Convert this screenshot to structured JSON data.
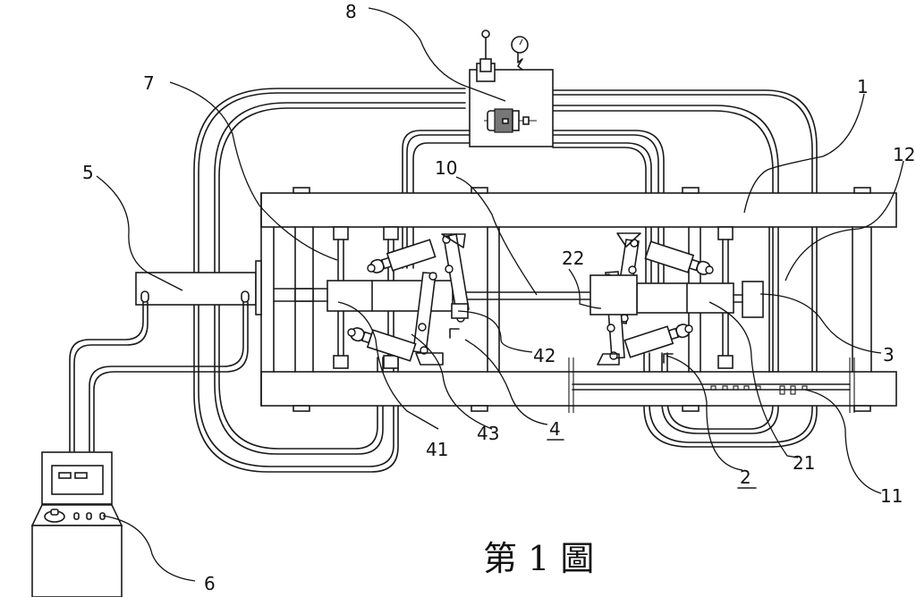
{
  "figure": {
    "caption": "第 1 圖",
    "type": "patent mechanical drawing",
    "line_color": "#1a1a1a",
    "background": "#ffffff"
  },
  "labels": [
    {
      "id": "1",
      "text": "1",
      "underlined": false
    },
    {
      "id": "2",
      "text": "2",
      "underlined": true
    },
    {
      "id": "3",
      "text": "3",
      "underlined": false
    },
    {
      "id": "4",
      "text": "4",
      "underlined": true
    },
    {
      "id": "5",
      "text": "5",
      "underlined": false
    },
    {
      "id": "6",
      "text": "6",
      "underlined": false
    },
    {
      "id": "7",
      "text": "7",
      "underlined": false
    },
    {
      "id": "8",
      "text": "8",
      "underlined": false
    },
    {
      "id": "10",
      "text": "10",
      "underlined": false
    },
    {
      "id": "11",
      "text": "11",
      "underlined": false
    },
    {
      "id": "12",
      "text": "12",
      "underlined": false
    },
    {
      "id": "21",
      "text": "21",
      "underlined": false
    },
    {
      "id": "22",
      "text": "22",
      "underlined": false
    },
    {
      "id": "41",
      "text": "41",
      "underlined": false
    },
    {
      "id": "42",
      "text": "42",
      "underlined": false
    },
    {
      "id": "43",
      "text": "43",
      "underlined": false
    }
  ]
}
